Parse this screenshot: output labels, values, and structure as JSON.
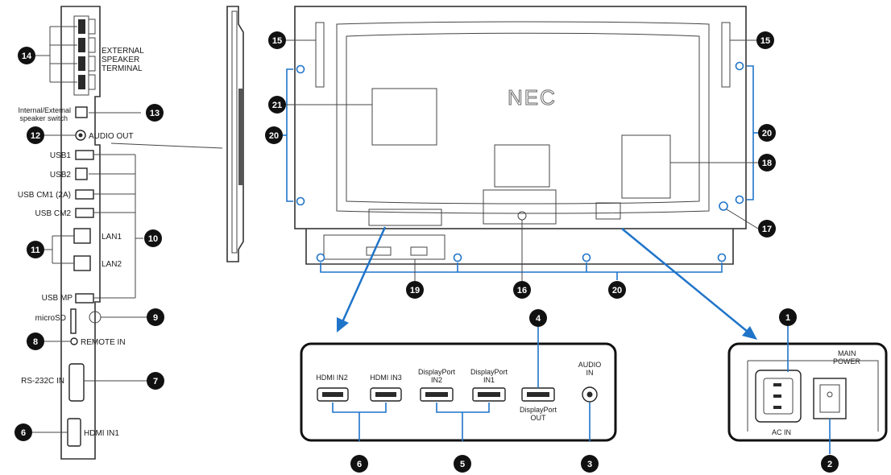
{
  "left_panel": {
    "labels": {
      "speaker_terminal": [
        "EXTERNAL",
        "SPEAKER",
        "TERMINAL"
      ],
      "speaker_switch": [
        "Internal/External",
        "speaker switch"
      ],
      "audio_out": "AUDIO OUT",
      "usb1": "USB1",
      "usb2": "USB2",
      "usb_cm1": "USB CM1 (2A)",
      "usb_cm2": "USB CM2",
      "lan1": "LAN1",
      "lan2": "LAN2",
      "usb_mp": "USB MP",
      "microsd": "microSD",
      "remote_in": "REMOTE IN",
      "rs232c_in": "RS-232C IN",
      "hdmi_in1": "HDMI IN1"
    },
    "callouts": {
      "speaker": "14",
      "switch": "13",
      "audio_out": "12",
      "lan": "11",
      "usb": "10",
      "microsd": "9",
      "remote": "8",
      "rs232c": "7",
      "hdmi": "6"
    }
  },
  "rear_view": {
    "brand": "NEC",
    "callouts": {
      "handles_left": "15",
      "handles_right": "15",
      "vesa": "21",
      "screws_left": "20",
      "screws_right": "20",
      "screws_bottom": "20",
      "label_area": "18",
      "stand_hole": "16",
      "sensor": "17",
      "ports_bottom": "19"
    }
  },
  "bottom_panel": {
    "labels": {
      "hdmi_in2": "HDMI IN2",
      "hdmi_in3": "HDMI IN3",
      "dp_in2": [
        "DisplayPort",
        "IN2"
      ],
      "dp_in1": [
        "DisplayPort",
        "IN1"
      ],
      "dp_out": [
        "DisplayPort",
        "OUT"
      ],
      "audio_in": [
        "AUDIO",
        "IN"
      ]
    },
    "callouts": {
      "dp_out": "4",
      "hdmi": "6",
      "displayport": "5",
      "audio_in": "3"
    }
  },
  "power_panel": {
    "labels": {
      "main_power": [
        "MAIN",
        "POWER"
      ],
      "ac_in": "AC IN"
    },
    "callouts": {
      "ac_in": "1",
      "switch": "2"
    }
  }
}
